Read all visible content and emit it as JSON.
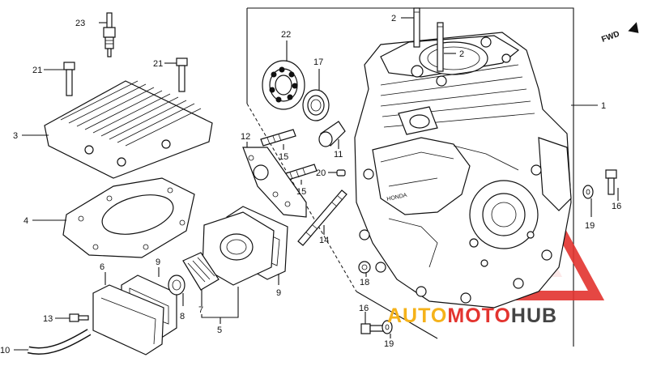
{
  "diagram": {
    "direction_label": "FWD",
    "callouts": [
      {
        "id": "c1",
        "text": "1"
      },
      {
        "id": "c2a",
        "text": "2"
      },
      {
        "id": "c2b",
        "text": "2"
      },
      {
        "id": "c3",
        "text": "3"
      },
      {
        "id": "c4",
        "text": "4"
      },
      {
        "id": "c5",
        "text": "5"
      },
      {
        "id": "c6",
        "text": "6"
      },
      {
        "id": "c7",
        "text": "7"
      },
      {
        "id": "c8",
        "text": "8"
      },
      {
        "id": "c9a",
        "text": "9"
      },
      {
        "id": "c9b",
        "text": "9"
      },
      {
        "id": "c10",
        "text": "10"
      },
      {
        "id": "c11",
        "text": "11"
      },
      {
        "id": "c12",
        "text": "12"
      },
      {
        "id": "c13",
        "text": "13"
      },
      {
        "id": "c14",
        "text": "14"
      },
      {
        "id": "c15a",
        "text": "15"
      },
      {
        "id": "c15b",
        "text": "15"
      },
      {
        "id": "c16a",
        "text": "16"
      },
      {
        "id": "c16b",
        "text": "16"
      },
      {
        "id": "c17",
        "text": "17"
      },
      {
        "id": "c18",
        "text": "18"
      },
      {
        "id": "c19a",
        "text": "19"
      },
      {
        "id": "c19b",
        "text": "19"
      },
      {
        "id": "c20",
        "text": "20"
      },
      {
        "id": "c21a",
        "text": "21"
      },
      {
        "id": "c21b",
        "text": "21"
      },
      {
        "id": "c22",
        "text": "22"
      },
      {
        "id": "c23",
        "text": "23"
      }
    ],
    "engraved_brand": "HONDA",
    "watermark": {
      "part1": "AUTO",
      "part2": "MOTO",
      "part3": "HUB",
      "color_auto": "#f5b21a",
      "color_moto": "#e3342f",
      "color_hub": "#444444"
    }
  }
}
